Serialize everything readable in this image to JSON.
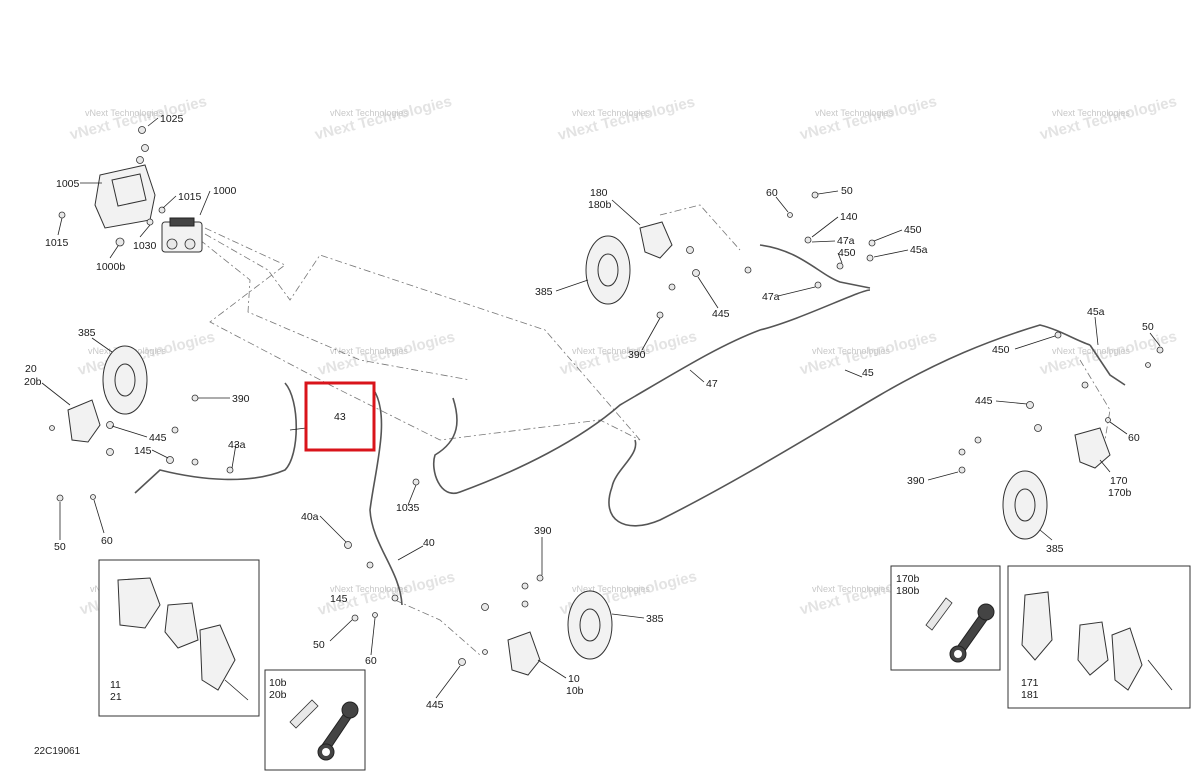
{
  "diagram_id": "22C19061",
  "watermark": "vNext Technologies",
  "highlight": {
    "label": "43",
    "color": "#d9141b"
  },
  "callouts": {
    "c1025": "1025",
    "c1005": "1005",
    "c1015a": "1015",
    "c1000": "1000",
    "c1015b": "1015",
    "c1030": "1030",
    "c1000b": "1000b",
    "c180": "180",
    "c180b": "180b",
    "c385top": "385",
    "c390top": "390",
    "c445top": "445",
    "c60top": "60",
    "c50top": "50",
    "c140": "140",
    "c47a1": "47a",
    "c450top": "450",
    "c450right": "450",
    "c45a1": "45a",
    "c47a2": "47a",
    "c47": "47",
    "c385left": "385",
    "c20": "20",
    "c20b": "20b",
    "c390left": "390",
    "c445left": "445",
    "c145left": "145",
    "c43a": "43a",
    "c50left": "50",
    "c60left": "60",
    "c1035": "1035",
    "c40a": "40a",
    "c40": "40",
    "c145mid": "145",
    "c50mid": "50",
    "c60mid": "60",
    "c390mid": "390",
    "c385mid": "385",
    "c10": "10",
    "c10b": "10b",
    "c445mid": "445",
    "c45": "45",
    "c450mid": "450",
    "c45a2": "45a",
    "c50right": "50",
    "c445right": "445",
    "c60right": "60",
    "c170": "170",
    "c170b": "170b",
    "c390right": "390",
    "c385right": "385"
  },
  "inset_boxes": {
    "pads_left": {
      "line1": "11",
      "line2": "21"
    },
    "bleeder_left": {
      "line1": "10b",
      "line2": "20b"
    },
    "bleeder_right": {
      "line1": "170b",
      "line2": "180b"
    },
    "pads_right": {
      "line1": "171",
      "line2": "181"
    }
  }
}
